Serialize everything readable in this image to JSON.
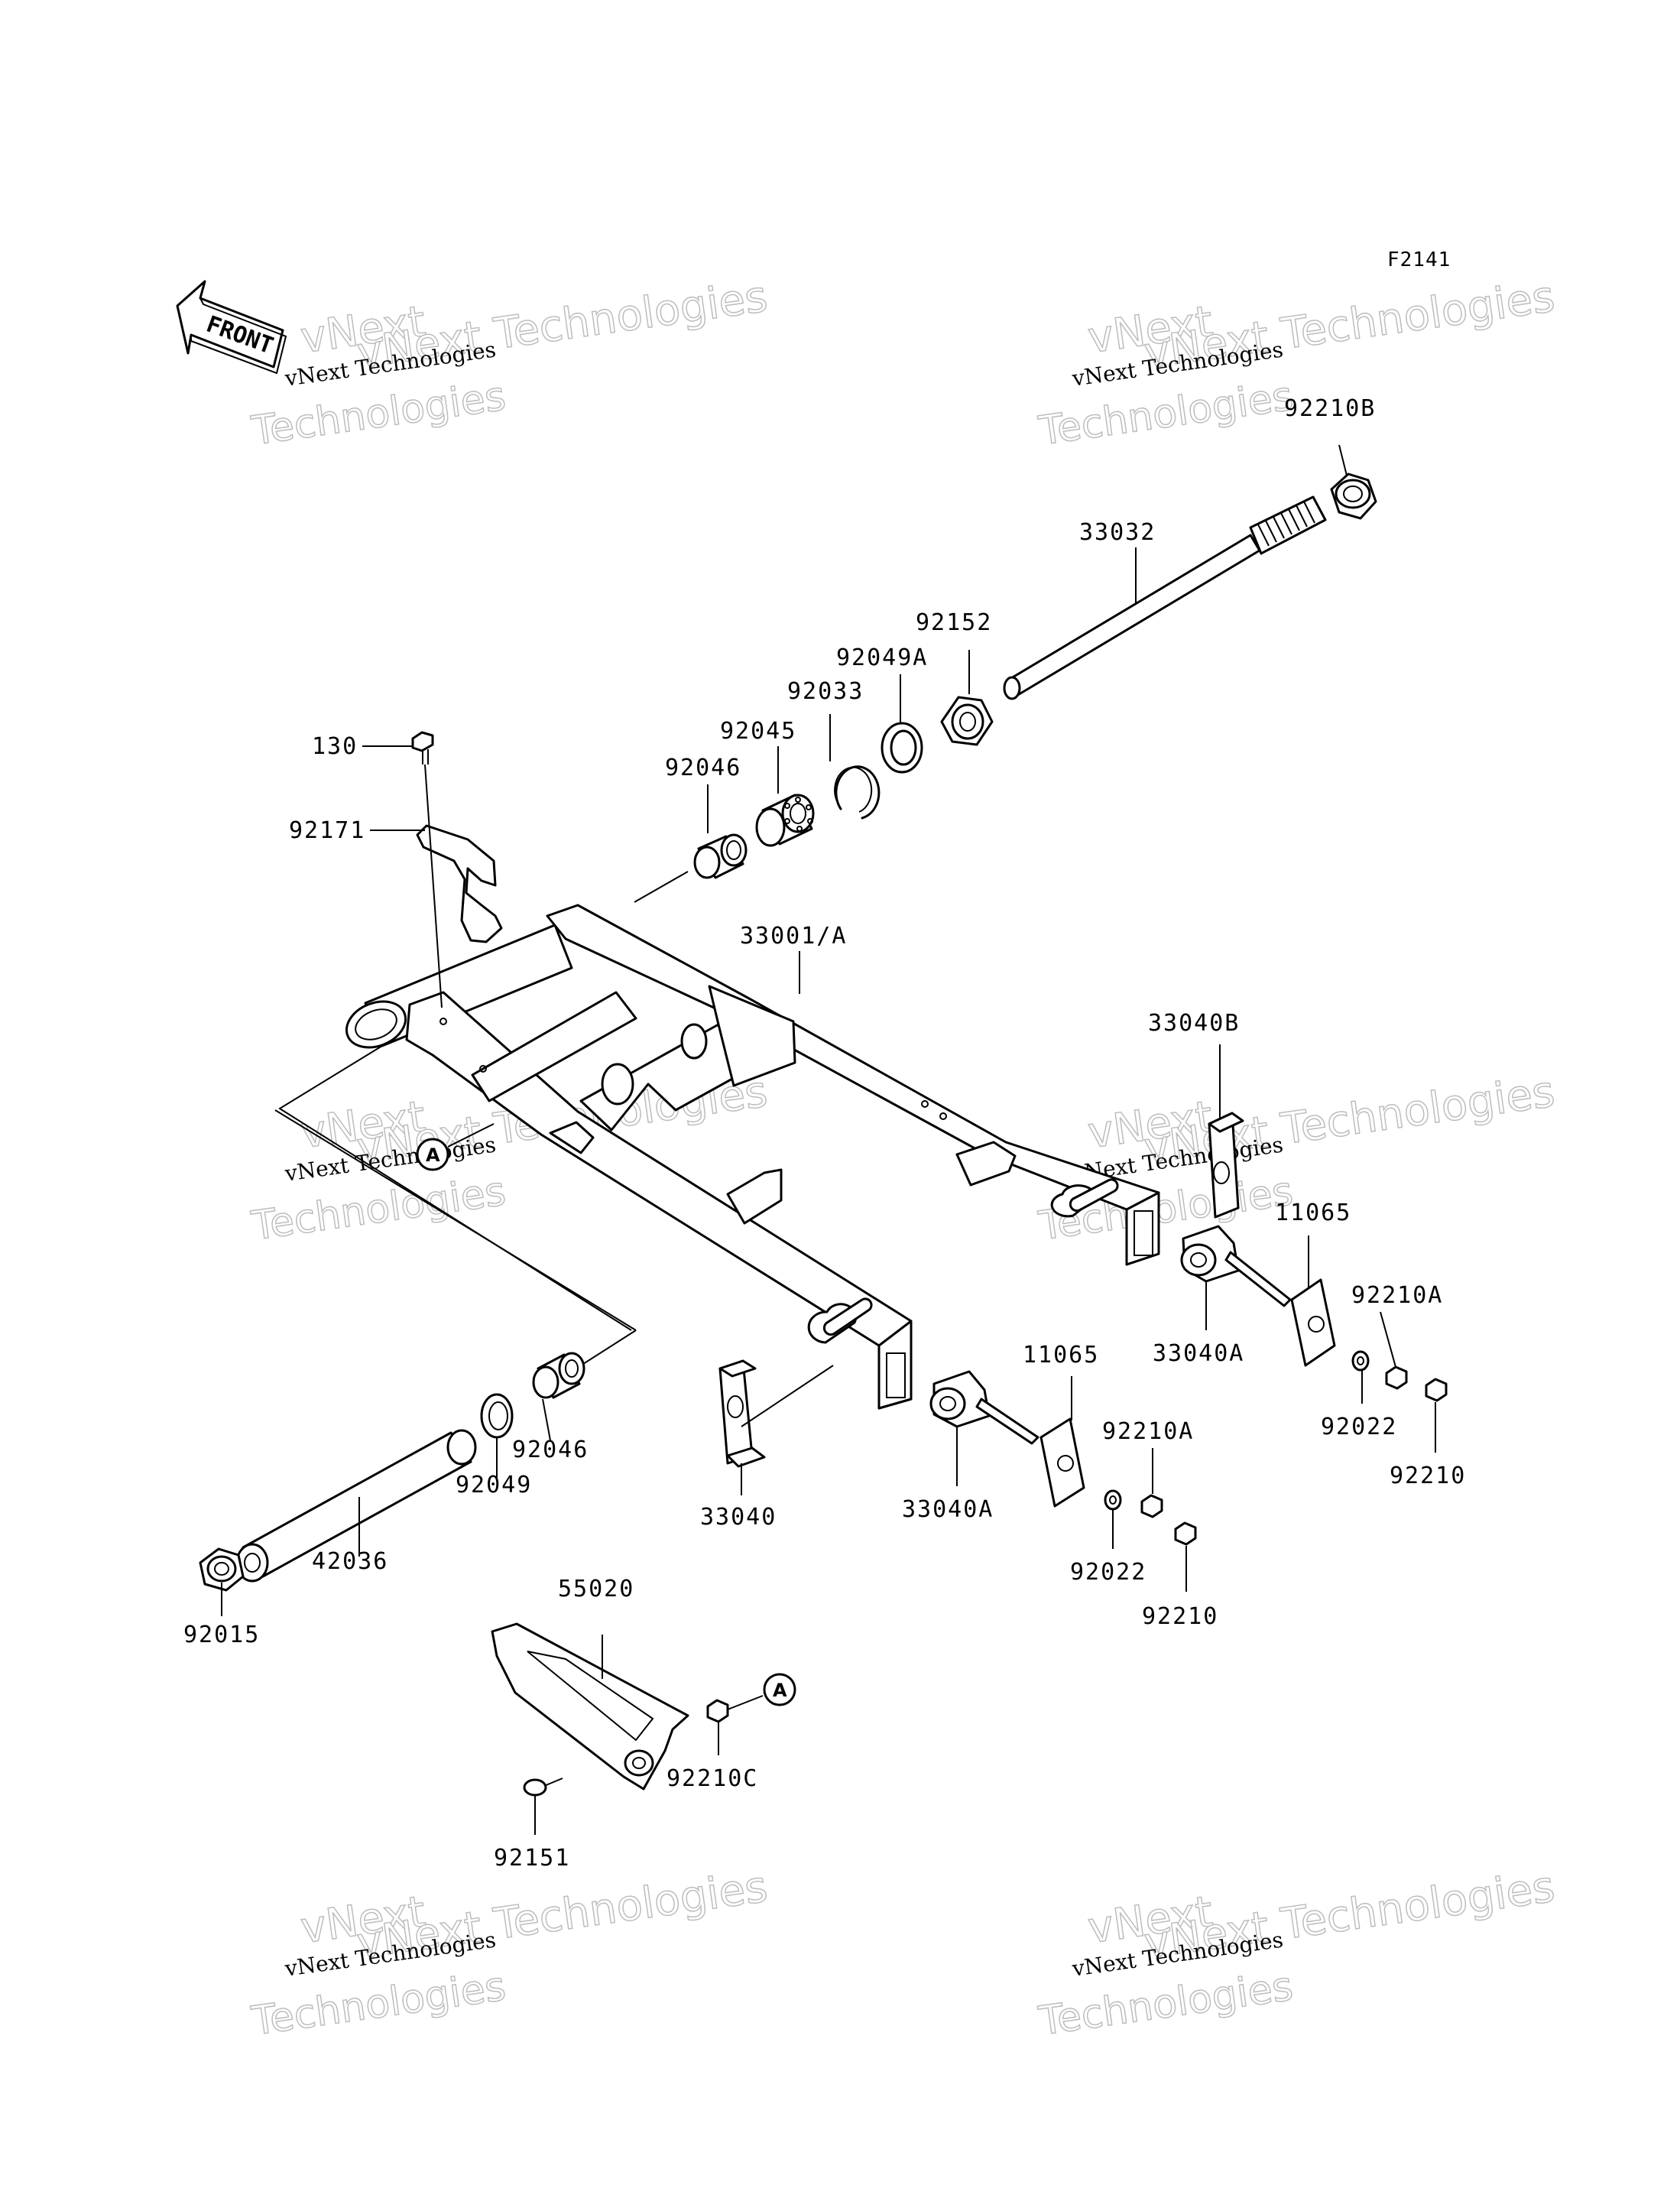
{
  "figure_id": "F2141",
  "front_arrow": "FRONT",
  "reference_marker": "A",
  "watermark": {
    "line1": "vNext Technologies",
    "line2": "Technologies",
    "line3": "vNext"
  },
  "part_labels": {
    "p92210B": "92210B",
    "p33032": "33032",
    "p92152": "92152",
    "p92049A": "92049A",
    "p92033": "92033",
    "p92045": "92045",
    "p92046_top": "92046",
    "p130": "130",
    "p92171": "92171",
    "p33001A": "33001/A",
    "p33040B": "33040B",
    "p11065_right": "11065",
    "p33040A_right": "33040A",
    "p92210A_right": "92210A",
    "p92022_right": "92022",
    "p92210_right": "92210",
    "p11065_mid": "11065",
    "p92210A_mid": "92210A",
    "p33040A_mid": "33040A",
    "p92022_mid": "92022",
    "p92210_mid": "92210",
    "p33040": "33040",
    "p92046_bottom": "92046",
    "p92049": "92049",
    "p42036": "42036",
    "p92015": "92015",
    "p55020": "55020",
    "p92210C": "92210C",
    "p92151": "92151"
  }
}
